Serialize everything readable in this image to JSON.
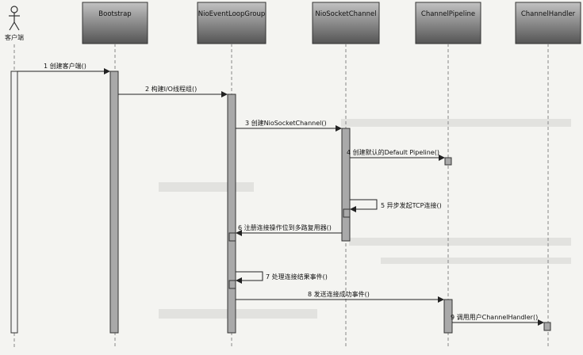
{
  "actor": {
    "label": "客户端"
  },
  "participants": [
    {
      "id": "bootstrap",
      "label": "Bootstrap"
    },
    {
      "id": "loopgroup",
      "label": "NioEventLoopGroup"
    },
    {
      "id": "channel",
      "label": "NioSocketChannel"
    },
    {
      "id": "pipeline",
      "label": "ChannelPipeline"
    },
    {
      "id": "handler",
      "label": "ChannelHandler"
    }
  ],
  "messages": [
    {
      "num": "1",
      "label": "1 创建客户端()"
    },
    {
      "num": "2",
      "label": "2 构建I/O线程组()"
    },
    {
      "num": "3",
      "label": "3 创建NioSocketChannel()"
    },
    {
      "num": "4",
      "label": "4 创建默认的Default Pipeline()"
    },
    {
      "num": "5",
      "label": "5 异步发起TCP连接()"
    },
    {
      "num": "6",
      "label": "6 注册连接操作位到多路复用器()"
    },
    {
      "num": "7",
      "label": "7 处理连接结果事件()"
    },
    {
      "num": "8",
      "label": "8 发送连接成功事件()"
    },
    {
      "num": "9",
      "label": "9 调用用户ChannelHandler()"
    }
  ],
  "colors": {
    "background": "#f4f4f1",
    "header_top": "#b8b8b8",
    "header_bottom": "#5a5a5a",
    "activation": "#a9a9a9",
    "actor_activation": "#f2f2f2",
    "line": "#222222",
    "lifeline": "#888888"
  }
}
